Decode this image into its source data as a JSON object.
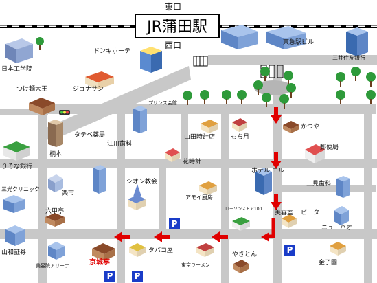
{
  "map": {
    "station_name": "JR蒲田駅",
    "east_exit": "東口",
    "west_exit": "西口",
    "labels": {
      "donki": "ドンキホーテ",
      "tokyu_bldg": "東急駅ビル",
      "mitsui": "三井住友銀行",
      "nihon_kogakuin": "日本工学院",
      "tsukemen": "つけ麺大王",
      "jonathan": "ジョナサン",
      "prince": "プリンス会館",
      "tateba": "タテベ薬局",
      "egawa": "江川歯科",
      "yamada": "山田時計店",
      "mochizuki": "もち月",
      "katsuya": "かつや",
      "post": "郵便局",
      "resona": "りそな銀行",
      "kashimoto": "柄本",
      "hanatokei": "花時計",
      "hotel": "ホテル エル",
      "sanko": "三光クリニック",
      "rakuichi": "楽市",
      "shion": "シオン教会",
      "amoi": "アモイ厨房",
      "sanmi": "三見歯科",
      "rokkotei": "六甲亭",
      "lawson": "ローソンストア100",
      "biyoshitsu": "美容室",
      "peter": "ピーター",
      "newhaw": "ニューハオ",
      "sanwa": "山和証券",
      "tabako": "タバコ屋",
      "yakiton": "やきとん",
      "biyo_academy": "美容院アリーナ",
      "keijotei": "京城亭",
      "tokyo_ramen": "東京ラーメン",
      "kanekoen": "金子園"
    },
    "parking_label": "P",
    "colors": {
      "route": "#e00000",
      "road": "#c8c8c8",
      "parking": "#1a3cc8"
    }
  }
}
